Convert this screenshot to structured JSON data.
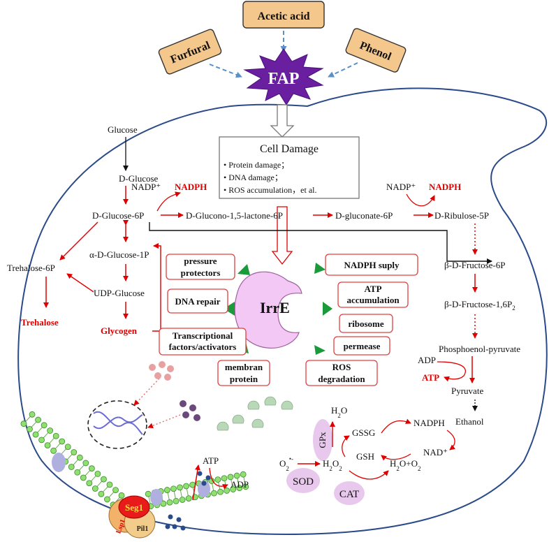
{
  "stressors": {
    "acetic": "Acetic acid",
    "furfural": "Furfural",
    "phenol": "Phenol",
    "fap": "FAP"
  },
  "damage": {
    "title": "Cell Damage",
    "items": [
      "• Protein damage；",
      "• DNA damage；",
      "• ROS accumulation，et al."
    ]
  },
  "metabolites": {
    "glucose": "Glucose",
    "d_glucose": "D-Glucose",
    "nadp1": "NADP⁺",
    "nadph1": "NADPH",
    "g6p": "D-Glucose-6P",
    "glucono": "D-Glucono-1,5-lactone-6P",
    "gluconate": "D-gluconate-6P",
    "nadp2": "NADP⁺",
    "nadph2": "NADPH",
    "ribulose": "D-Ribulose-5P",
    "ag1p": "α-D-Glucose-1P",
    "tre6p": "Trehalose-6P",
    "udpg": "UDP-Glucose",
    "trehalose": "Trehalose",
    "glycogen": "Glycogen",
    "f6p": "β-D-Fructose-6P",
    "f16p": "β-D-Fructose-1,6P",
    "f16p_sub": "2",
    "pep": "Phosphoenol-pyruvate",
    "adp1": "ADP",
    "atp1": "ATP",
    "pyruvate": "Pyruvate",
    "ethanol": "Ethanol"
  },
  "irre": {
    "label": "IrrE",
    "pressure1": "pressure",
    "pressure2": "protectors",
    "dna_repair": "DNA repair",
    "tf1": "Transcriptional",
    "tf2": "factors/activators",
    "membran1": "membran",
    "membran2": "protein",
    "nadph_suply": "NADPH suply",
    "atp_acc1": "ATP",
    "atp_acc2": "accumulation",
    "ribosome": "ribosome",
    "permease": "permease",
    "ros1": "ROS",
    "ros2": "degradation"
  },
  "ros": {
    "h2o": "H",
    "h2o_2": "2",
    "h2o_o": "O",
    "gpx": "GPx",
    "gssg": "GSSG",
    "gsh": "GSH",
    "nadph": "NADPH",
    "nad": "NAD⁺",
    "o2": "O",
    "o2_sub": "2",
    "o2_sup": "•-",
    "sod": "SOD",
    "h2o2_h": "H",
    "h2o2_2": "2",
    "h2o2_o": "O",
    "h2o2_2b": "2",
    "cat": "CAT",
    "h2o_o2": "H",
    "h2o_o2_2": "2",
    "h2o_o2_mid": "O+O",
    "h2o_o2_2b": "2"
  },
  "membrane": {
    "atp": "ATP",
    "adp": "ADP",
    "seg1": "Seg1",
    "lsp1": "Lsp1",
    "pil1": "Pil1"
  }
}
